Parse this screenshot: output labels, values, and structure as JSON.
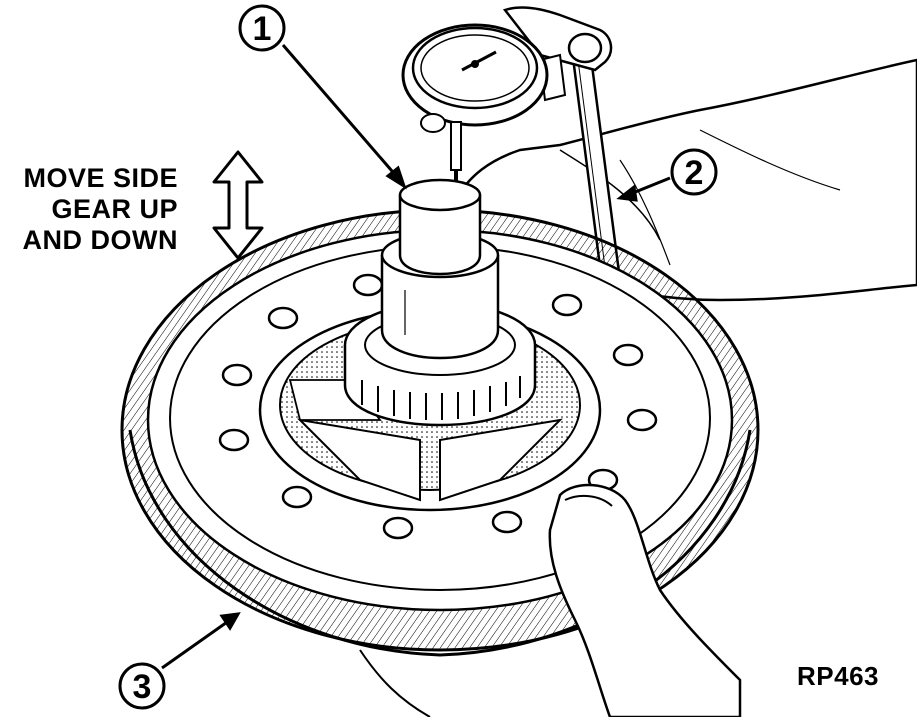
{
  "instruction": {
    "line1": "MOVE SIDE",
    "line2": "GEAR UP",
    "line3": "AND DOWN"
  },
  "callouts": [
    {
      "number": "1"
    },
    {
      "number": "2"
    },
    {
      "number": "3"
    }
  ],
  "figure_code": "RP463"
}
